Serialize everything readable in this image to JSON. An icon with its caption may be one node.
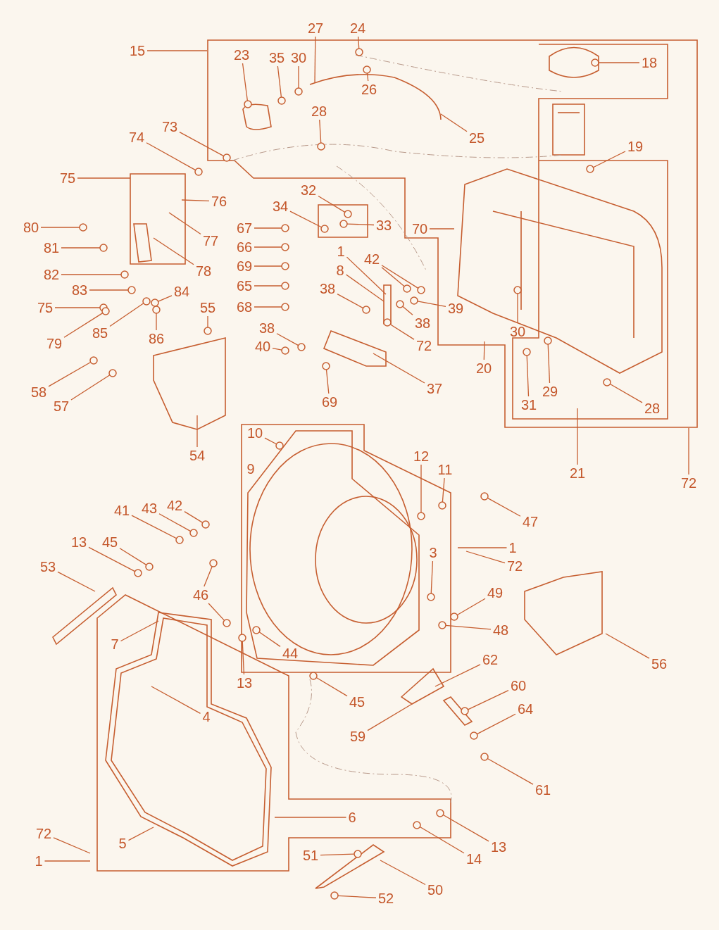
{
  "diagram": {
    "nodes": [
      {
        "text": [
          "15"
        ]
      },
      {
        "text": [
          "27"
        ]
      },
      {
        "text": [
          "24"
        ]
      },
      {
        "text": [
          "23"
        ]
      },
      {
        "text": [
          "35"
        ]
      },
      {
        "text": [
          "30"
        ]
      },
      {
        "text": [
          "18"
        ]
      },
      {
        "text": [
          "26"
        ]
      },
      {
        "text": [
          "28"
        ]
      },
      {
        "text": [
          "25"
        ]
      },
      {
        "text": [
          "73"
        ]
      },
      {
        "text": [
          "74"
        ]
      },
      {
        "text": [
          "19"
        ]
      },
      {
        "text": [
          "75"
        ]
      },
      {
        "text": [
          "76"
        ]
      },
      {
        "text": [
          "32"
        ]
      },
      {
        "text": [
          "34"
        ]
      },
      {
        "text": [
          "33"
        ]
      },
      {
        "text": [
          "70"
        ]
      },
      {
        "text": [
          "77"
        ]
      },
      {
        "text": [
          "80"
        ]
      },
      {
        "text": [
          "67"
        ]
      },
      {
        "text": [
          "81"
        ]
      },
      {
        "text": [
          "66"
        ]
      },
      {
        "text": [
          "1"
        ]
      },
      {
        "text": [
          "42"
        ]
      },
      {
        "text": [
          "78"
        ]
      },
      {
        "text": [
          "69"
        ]
      },
      {
        "text": [
          "82"
        ]
      },
      {
        "text": [
          "8"
        ]
      },
      {
        "text": [
          "65"
        ]
      },
      {
        "text": [
          "83"
        ]
      },
      {
        "text": [
          "84"
        ]
      },
      {
        "text": [
          "38"
        ]
      },
      {
        "text": [
          "39"
        ]
      },
      {
        "text": [
          "75"
        ]
      },
      {
        "text": [
          "55"
        ]
      },
      {
        "text": [
          "68"
        ]
      },
      {
        "text": [
          "38"
        ]
      },
      {
        "text": [
          "30"
        ]
      },
      {
        "text": [
          "79"
        ]
      },
      {
        "text": [
          "85"
        ]
      },
      {
        "text": [
          "86"
        ]
      },
      {
        "text": [
          "38"
        ]
      },
      {
        "text": [
          "72"
        ]
      },
      {
        "text": [
          "40"
        ]
      },
      {
        "text": [
          "20"
        ]
      },
      {
        "text": [
          "58"
        ]
      },
      {
        "text": [
          "37"
        ]
      },
      {
        "text": [
          "29"
        ]
      },
      {
        "text": [
          "31"
        ]
      },
      {
        "text": [
          "57"
        ]
      },
      {
        "text": [
          "69"
        ]
      },
      {
        "text": [
          "28"
        ]
      },
      {
        "text": [
          "10"
        ]
      },
      {
        "text": [
          "54"
        ]
      },
      {
        "text": [
          "9"
        ]
      },
      {
        "text": [
          "12"
        ]
      },
      {
        "text": [
          "11"
        ]
      },
      {
        "text": [
          "21"
        ]
      },
      {
        "text": [
          "72"
        ]
      },
      {
        "text": [
          "41"
        ]
      },
      {
        "text": [
          "43"
        ]
      },
      {
        "text": [
          "42"
        ]
      },
      {
        "text": [
          "47"
        ]
      },
      {
        "text": [
          "1"
        ]
      },
      {
        "text": [
          "72"
        ]
      },
      {
        "text": [
          "13"
        ]
      },
      {
        "text": [
          "45"
        ]
      },
      {
        "text": [
          "3"
        ]
      },
      {
        "text": [
          "53"
        ]
      },
      {
        "text": [
          "46"
        ]
      },
      {
        "text": [
          "49"
        ]
      },
      {
        "text": [
          "48"
        ]
      },
      {
        "text": [
          "7"
        ]
      },
      {
        "text": [
          "44"
        ]
      },
      {
        "text": [
          "56"
        ]
      },
      {
        "text": [
          "62"
        ]
      },
      {
        "text": [
          "13"
        ]
      },
      {
        "text": [
          "60"
        ]
      },
      {
        "text": [
          "45"
        ]
      },
      {
        "text": [
          "64"
        ]
      },
      {
        "text": [
          "4"
        ]
      },
      {
        "text": [
          "59"
        ]
      },
      {
        "text": [
          "61"
        ]
      },
      {
        "text": [
          "6"
        ]
      },
      {
        "text": [
          "72"
        ]
      },
      {
        "text": [
          "5"
        ]
      },
      {
        "text": [
          "13"
        ]
      },
      {
        "text": [
          "1"
        ]
      },
      {
        "text": [
          "51"
        ]
      },
      {
        "text": [
          "14"
        ]
      },
      {
        "text": [
          "50"
        ]
      },
      {
        "text": [
          "52"
        ]
      },
      {
        "text": [],
        "shape": "circle"
      },
      {
        "text": [],
        "shape": "circle"
      },
      {
        "text": [],
        "shape": "circle"
      },
      {
        "text": [],
        "shape": "circle"
      },
      {
        "text": [],
        "shape": "circle"
      },
      {
        "text": [],
        "shape": "circle"
      },
      {
        "text": [],
        "shape": "circle"
      },
      {
        "text": [],
        "shape": "circle"
      },
      {
        "text": [],
        "shape": "circle"
      },
      {
        "text": [],
        "shape": "circle"
      },
      {
        "text": [],
        "shape": "circle"
      },
      {
        "text": [],
        "shape": "circle"
      },
      {
        "text": [],
        "shape": "circle"
      },
      {
        "text": [],
        "shape": "circle"
      },
      {
        "text": [],
        "shape": "circle"
      },
      {
        "text": [],
        "shape": "circle"
      },
      {
        "text": [],
        "shape": "circle"
      },
      {
        "text": [],
        "shape": "circle"
      },
      {
        "text": [],
        "shape": "circle"
      },
      {
        "text": [],
        "shape": "circle"
      },
      {
        "text": [],
        "shape": "circle"
      },
      {
        "text": [],
        "shape": "circle"
      },
      {
        "text": [],
        "shape": "circle"
      },
      {
        "text": [],
        "shape": "circle"
      },
      {
        "text": [],
        "shape": "circle"
      },
      {
        "text": [],
        "shape": "circle"
      },
      {
        "text": [],
        "shape": "circle"
      },
      {
        "text": [],
        "shape": "circle"
      },
      {
        "text": [],
        "shape": "circle"
      },
      {
        "text": [],
        "shape": "circle"
      },
      {
        "text": [],
        "shape": "circle"
      },
      {
        "text": [],
        "shape": "circle"
      },
      {
        "text": [],
        "shape": "circle"
      },
      {
        "text": [],
        "shape": "circle"
      },
      {
        "text": [],
        "shape": "circle"
      },
      {
        "text": [],
        "shape": "circle"
      },
      {
        "text": [],
        "shape": "circle"
      },
      {
        "text": [],
        "shape": "circle"
      },
      {
        "text": [],
        "shape": "circle"
      },
      {
        "text": [],
        "shape": "circle"
      },
      {
        "text": [],
        "shape": "circle"
      },
      {
        "text": [],
        "shape": "circle"
      },
      {
        "text": [],
        "shape": "circle"
      },
      {
        "text": [],
        "shape": "circle"
      },
      {
        "text": [],
        "shape": "circle"
      },
      {
        "text": [],
        "shape": "circle"
      },
      {
        "text": [],
        "shape": "circle"
      },
      {
        "text": [],
        "shape": "circle"
      },
      {
        "text": [],
        "shape": "circle"
      },
      {
        "text": [],
        "shape": "circle"
      },
      {
        "text": [],
        "shape": "circle"
      },
      {
        "text": [],
        "shape": "circle"
      },
      {
        "text": [],
        "shape": "circle"
      },
      {
        "text": [],
        "shape": "circle"
      },
      {
        "text": [],
        "shape": "circle"
      },
      {
        "text": [],
        "shape": "circle"
      },
      {
        "text": [],
        "shape": "circle"
      },
      {
        "text": [],
        "shape": "circle"
      },
      {
        "text": [],
        "shape": "circle"
      },
      {
        "text": [],
        "shape": "circle"
      },
      {
        "text": [],
        "shape": "circle"
      },
      {
        "text": [],
        "shape": "circle"
      },
      {
        "text": [],
        "shape": "circle"
      },
      {
        "text": [],
        "shape": "circle"
      },
      {
        "text": [],
        "shape": "circle"
      },
      {
        "text": [],
        "shape": "circle"
      },
      {
        "text": [],
        "shape": "circle"
      }
    ],
    "edges": [
      {
        "from": 0,
        "to": null,
        "arrow": "none"
      },
      {
        "from": 1,
        "to": null,
        "arrow": "none"
      },
      {
        "from": 2,
        "to": 94,
        "arrow": "none"
      },
      {
        "from": 3,
        "to": 95,
        "arrow": "none"
      },
      {
        "from": 4,
        "to": 96,
        "arrow": "none"
      },
      {
        "from": 5,
        "to": 97,
        "arrow": "none"
      },
      {
        "from": 6,
        "to": 98,
        "arrow": "none"
      },
      {
        "from": 7,
        "to": 99,
        "arrow": "none"
      },
      {
        "from": 8,
        "to": 100,
        "arrow": "none"
      },
      {
        "from": 9,
        "to": null,
        "arrow": "none"
      },
      {
        "from": 10,
        "to": 101,
        "arrow": "none"
      },
      {
        "from": 11,
        "to": 102,
        "arrow": "none"
      },
      {
        "from": 12,
        "to": 103,
        "arrow": "none"
      },
      {
        "from": 13,
        "to": null,
        "arrow": "none"
      },
      {
        "from": 14,
        "to": null,
        "arrow": "none"
      },
      {
        "from": 15,
        "to": 104,
        "arrow": "none"
      },
      {
        "from": 16,
        "to": 105,
        "arrow": "none"
      },
      {
        "from": 17,
        "to": 106,
        "arrow": "none"
      },
      {
        "from": 18,
        "to": null,
        "arrow": "none"
      },
      {
        "from": 19,
        "to": null,
        "arrow": "none"
      },
      {
        "from": 20,
        "to": 107,
        "arrow": "none"
      },
      {
        "from": 21,
        "to": 108,
        "arrow": "none"
      },
      {
        "from": 22,
        "to": 109,
        "arrow": "none"
      },
      {
        "from": 23,
        "to": 110,
        "arrow": "none"
      },
      {
        "from": 24,
        "to": null,
        "arrow": "none"
      },
      {
        "from": 25,
        "to": 111,
        "arrow": "none"
      },
      {
        "from": 26,
        "to": null,
        "arrow": "none"
      },
      {
        "from": 27,
        "to": 112,
        "arrow": "none"
      },
      {
        "from": 28,
        "to": 113,
        "arrow": "none"
      },
      {
        "from": 29,
        "to": null,
        "arrow": "none"
      },
      {
        "from": 30,
        "to": 114,
        "arrow": "none"
      },
      {
        "from": 31,
        "to": 115,
        "arrow": "none"
      },
      {
        "from": 32,
        "to": 116,
        "arrow": "none"
      },
      {
        "from": 33,
        "to": 117,
        "arrow": "none"
      },
      {
        "from": 34,
        "to": 118,
        "arrow": "none"
      },
      {
        "from": 35,
        "to": 119,
        "arrow": "none"
      },
      {
        "from": 36,
        "to": 120,
        "arrow": "none"
      },
      {
        "from": 37,
        "to": 121,
        "arrow": "none"
      },
      {
        "from": 38,
        "to": 122,
        "arrow": "none"
      },
      {
        "from": 39,
        "to": 123,
        "arrow": "none"
      },
      {
        "from": 40,
        "to": 124,
        "arrow": "none"
      },
      {
        "from": 41,
        "to": 125,
        "arrow": "none"
      },
      {
        "from": 42,
        "to": 126,
        "arrow": "none"
      },
      {
        "from": 43,
        "to": 127,
        "arrow": "none"
      },
      {
        "from": 44,
        "to": 128,
        "arrow": "none"
      },
      {
        "from": 45,
        "to": 129,
        "arrow": "none"
      },
      {
        "from": 46,
        "to": null,
        "arrow": "none"
      },
      {
        "from": 47,
        "to": 130,
        "arrow": "none"
      },
      {
        "from": 48,
        "to": null,
        "arrow": "none"
      },
      {
        "from": 49,
        "to": 131,
        "arrow": "none"
      },
      {
        "from": 50,
        "to": 132,
        "arrow": "none"
      },
      {
        "from": 51,
        "to": 133,
        "arrow": "none"
      },
      {
        "from": 52,
        "to": 134,
        "arrow": "none"
      },
      {
        "from": 53,
        "to": 135,
        "arrow": "none"
      },
      {
        "from": 54,
        "to": 136,
        "arrow": "none"
      },
      {
        "from": 55,
        "to": null,
        "arrow": "none"
      },
      {
        "from": 57,
        "to": 137,
        "arrow": "none"
      },
      {
        "from": 58,
        "to": 138,
        "arrow": "none"
      },
      {
        "from": 59,
        "to": null,
        "arrow": "none"
      },
      {
        "from": 60,
        "to": null,
        "arrow": "none"
      },
      {
        "from": 61,
        "to": 139,
        "arrow": "none"
      },
      {
        "from": 62,
        "to": 140,
        "arrow": "none"
      },
      {
        "from": 63,
        "to": 141,
        "arrow": "none"
      },
      {
        "from": 64,
        "to": 142,
        "arrow": "none"
      },
      {
        "from": 65,
        "to": null,
        "arrow": "none"
      },
      {
        "from": 66,
        "to": null,
        "arrow": "none"
      },
      {
        "from": 67,
        "to": 143,
        "arrow": "none"
      },
      {
        "from": 68,
        "to": 144,
        "arrow": "none"
      },
      {
        "from": 69,
        "to": 145,
        "arrow": "none"
      },
      {
        "from": 70,
        "to": null,
        "arrow": "none"
      },
      {
        "from": 71,
        "to": 146,
        "arrow": "none"
      },
      {
        "from": 72,
        "to": 147,
        "arrow": "none"
      },
      {
        "from": 73,
        "to": 148,
        "arrow": "none"
      },
      {
        "from": 74,
        "to": null,
        "arrow": "none"
      },
      {
        "from": 75,
        "to": 149,
        "arrow": "none"
      },
      {
        "from": 76,
        "to": null,
        "arrow": "none"
      },
      {
        "from": 77,
        "to": null,
        "arrow": "none"
      },
      {
        "from": 78,
        "to": 150,
        "arrow": "none"
      },
      {
        "from": 79,
        "to": 151,
        "arrow": "none"
      },
      {
        "from": 80,
        "to": 152,
        "arrow": "none"
      },
      {
        "from": 81,
        "to": 153,
        "arrow": "none"
      },
      {
        "from": 82,
        "to": null,
        "arrow": "none"
      },
      {
        "from": 83,
        "to": null,
        "arrow": "none"
      },
      {
        "from": 84,
        "to": 154,
        "arrow": "none"
      },
      {
        "from": 85,
        "to": null,
        "arrow": "none"
      },
      {
        "from": 86,
        "to": null,
        "arrow": "none"
      },
      {
        "from": 87,
        "to": null,
        "arrow": "none"
      },
      {
        "from": 88,
        "to": 155,
        "arrow": "none"
      },
      {
        "from": 89,
        "to": null,
        "arrow": "none"
      },
      {
        "from": 90,
        "to": 156,
        "arrow": "none"
      },
      {
        "from": 91,
        "to": 157,
        "arrow": "none"
      },
      {
        "from": 92,
        "to": null,
        "arrow": "none"
      },
      {
        "from": 93,
        "to": 158,
        "arrow": "none"
      },
      {
        "from": 25,
        "to": 159,
        "arrow": "none"
      },
      {
        "from": 71,
        "to": 160,
        "arrow": "none"
      }
    ]
  }
}
